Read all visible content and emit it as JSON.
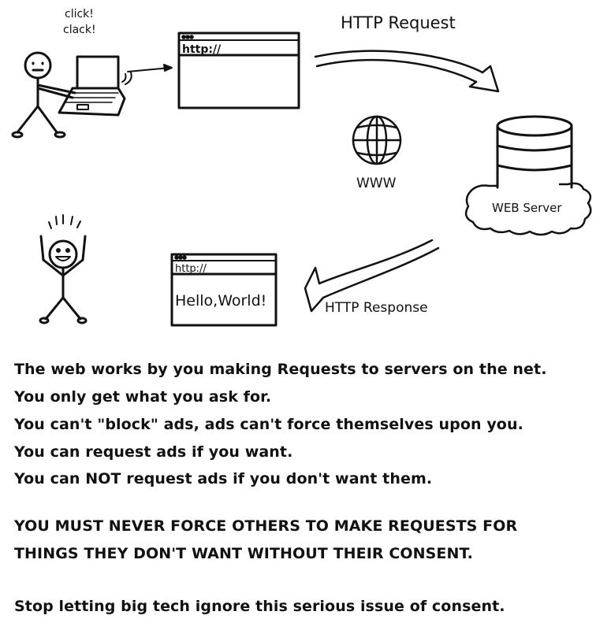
{
  "diagram": {
    "sound_label_1": "click!",
    "sound_label_2": "clack!",
    "browser_url": "http://",
    "request_label": "HTTP Request",
    "www_label": "WWW",
    "server_label": "WEB Server",
    "response_browser_url": "http://",
    "response_content": "Hello,World!",
    "response_label": "HTTP Response"
  },
  "text": {
    "lines": [
      "The web works by you making Requests to servers on the net.",
      "You only get what you ask for.",
      "You can't \"block\" ads, ads can't force themselves upon you.",
      "You can request ads if you want.",
      "You can NOT request ads if you don't want them."
    ],
    "caps_lines": [
      "YOU MUST NEVER FORCE OTHERS TO MAKE REQUESTS FOR",
      "THINGS THEY DON'T WANT WITHOUT THEIR CONSENT."
    ],
    "closing": "Stop letting big tech ignore this serious issue of consent."
  }
}
